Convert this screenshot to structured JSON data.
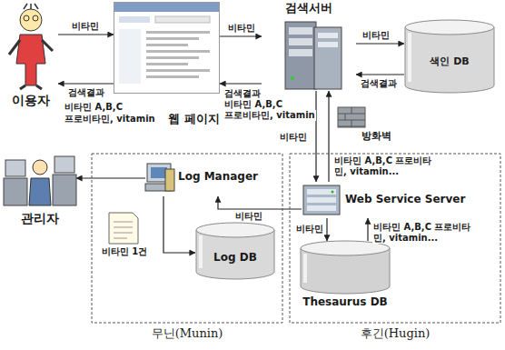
{
  "diagram": {
    "nodes": [
      {
        "text": [
          "이용자"
        ]
      },
      {
        "text": [
          "웹 페이지"
        ]
      },
      {
        "text": [
          "검색서버"
        ]
      },
      {
        "text": [
          "색인 DB"
        ]
      },
      {
        "text": [
          "방화벽"
        ]
      },
      {
        "text": [
          "관리자"
        ]
      },
      {
        "text": [
          "무닌(Munin)"
        ]
      },
      {
        "text": [
          "Log Manager"
        ],
        "in": 6
      },
      {
        "text": [
          "비타민 1건"
        ],
        "in": 6
      },
      {
        "text": [
          "Log DB"
        ],
        "in": 6
      },
      {
        "text": [
          "후긴(Hugin)"
        ]
      },
      {
        "text": [
          "Web Service Server"
        ],
        "in": 10
      },
      {
        "text": [
          "Thesaurus DB"
        ],
        "in": 10
      }
    ],
    "edges": [
      {
        "from": 0,
        "to": 1,
        "label": "비타민",
        "arrow": "to"
      },
      {
        "from": 1,
        "to": 0,
        "label": "검색결과",
        "arrow": "to"
      },
      {
        "from": 1,
        "to": 2,
        "label": "비타민",
        "arrow": "to"
      },
      {
        "from": 2,
        "to": 1,
        "label": "검색결과",
        "arrow": "to"
      },
      {
        "from": 2,
        "to": 3,
        "label": "비타민",
        "arrow": "to"
      },
      {
        "from": 3,
        "to": 2,
        "label": "검색결과",
        "arrow": "to"
      },
      {
        "from": 2,
        "to": 11,
        "label": "비타민",
        "arrow": "to"
      },
      {
        "from": 11,
        "to": 2,
        "label": "비타민 A,B,C 프로비타민, vitamin...",
        "arrow": "to"
      },
      {
        "from": 11,
        "to": 12,
        "label": "비타민",
        "arrow": "to"
      },
      {
        "from": 12,
        "to": 11,
        "label": "비타민 A,B,C 프로비타민, vitamin...",
        "arrow": "to"
      },
      {
        "from": 11,
        "to": 7,
        "label": "비타민",
        "arrow": "to"
      },
      {
        "from": 7,
        "to": 9,
        "arrow": "to"
      },
      {
        "from": 7,
        "to": 5,
        "arrow": "to"
      }
    ],
    "labels": [
      "비타민 A,B,C",
      "프로비타민, vitamin",
      "비타민 A,B,C",
      "프로비타민, vitamin"
    ]
  }
}
